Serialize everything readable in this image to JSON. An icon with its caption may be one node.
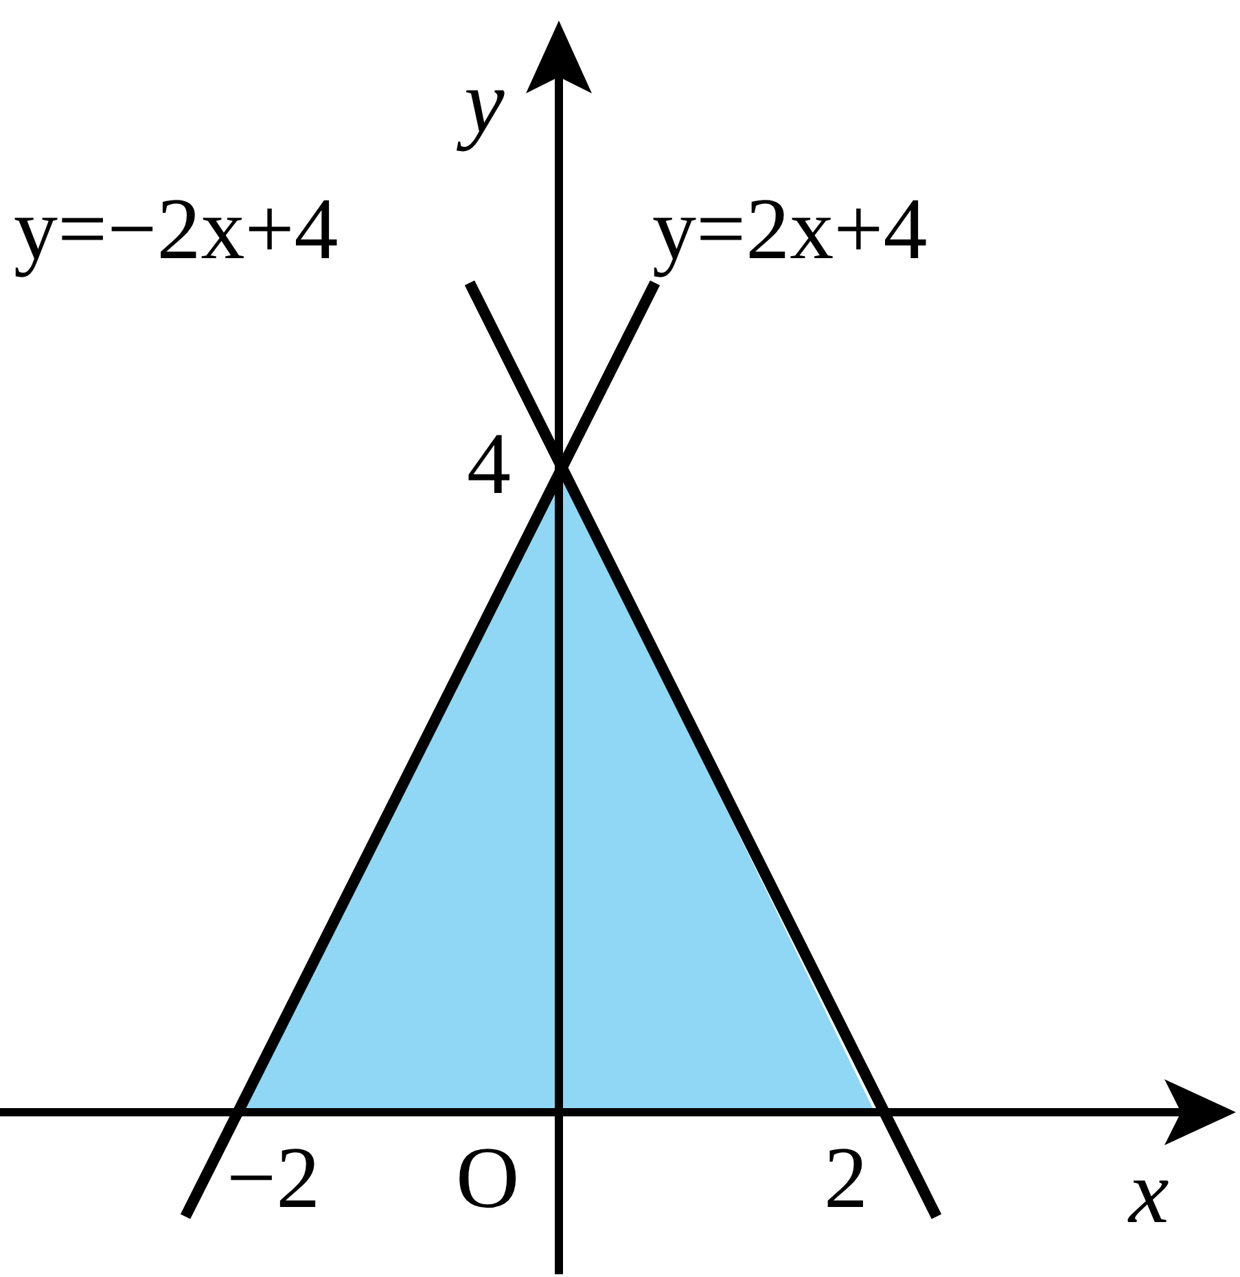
{
  "diagram": {
    "labels": [
      "y",
      "y=−2x+4",
      "y=2x+4",
      "4",
      "−2",
      "O",
      "2",
      "x"
    ]
  }
}
